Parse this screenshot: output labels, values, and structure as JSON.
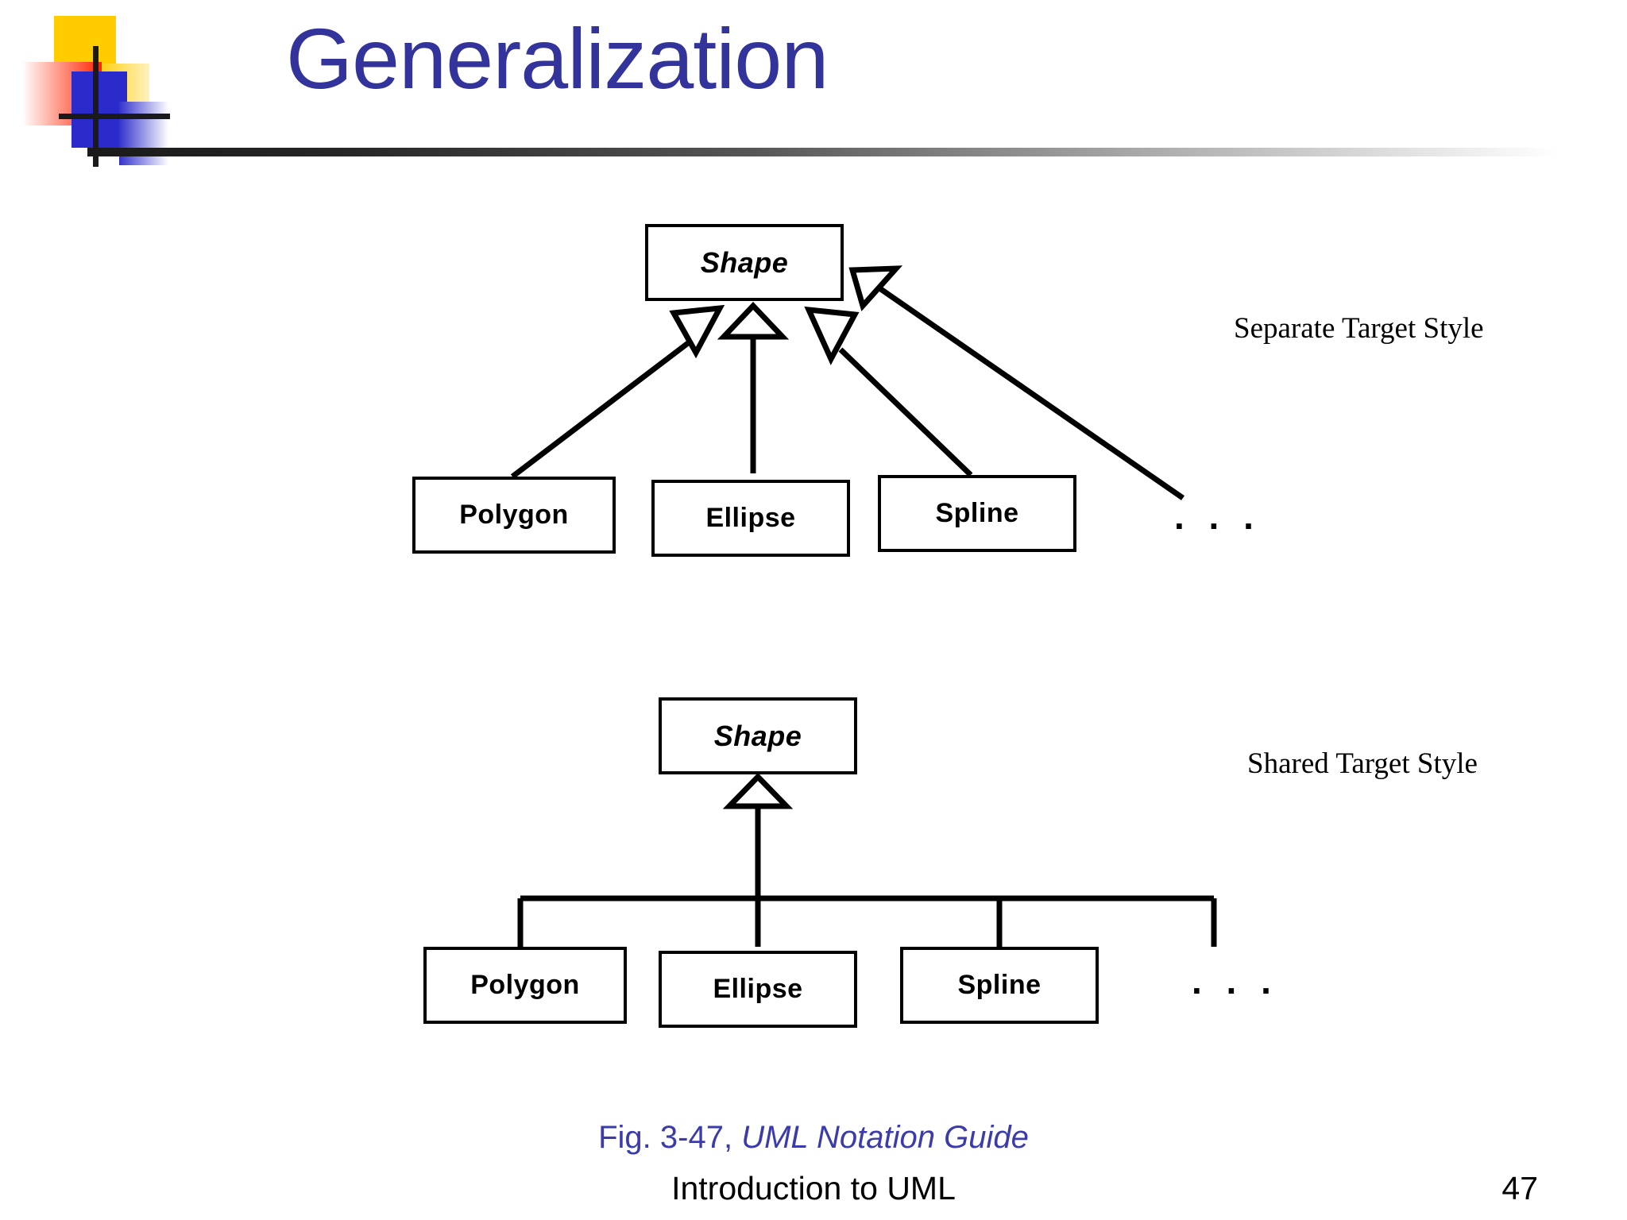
{
  "slide": {
    "title": "Generalization",
    "page_number": "47",
    "footer_title": "Introduction to UML",
    "caption_prefix": "Fig. 3-47, ",
    "caption_italic": "UML Notation Guide",
    "title_color": "#33339c",
    "caption_color": "#3b3bab",
    "line_color": "#000000",
    "background": "#ffffff"
  },
  "decoration": {
    "yellow_square": "#ffcc00",
    "red_square": "#ff2200",
    "blue_square": "#2b2bcc",
    "blue_fade_bar": "#3333cc",
    "cross_color": "#1a1a1a",
    "rule_from": "#1a1a1a",
    "rule_to": "#ffffff"
  },
  "diagrams": [
    {
      "style_label": "Separate Target Style",
      "parent": {
        "name": "Shape",
        "abstract": true
      },
      "children": [
        {
          "name": "Polygon"
        },
        {
          "name": "Ellipse"
        },
        {
          "name": "Spline"
        }
      ],
      "ellipsis": ". . ."
    },
    {
      "style_label": "Shared Target Style",
      "parent": {
        "name": "Shape",
        "abstract": true
      },
      "children": [
        {
          "name": "Polygon"
        },
        {
          "name": "Ellipse"
        },
        {
          "name": "Spline"
        }
      ],
      "ellipsis": ". . ."
    }
  ]
}
